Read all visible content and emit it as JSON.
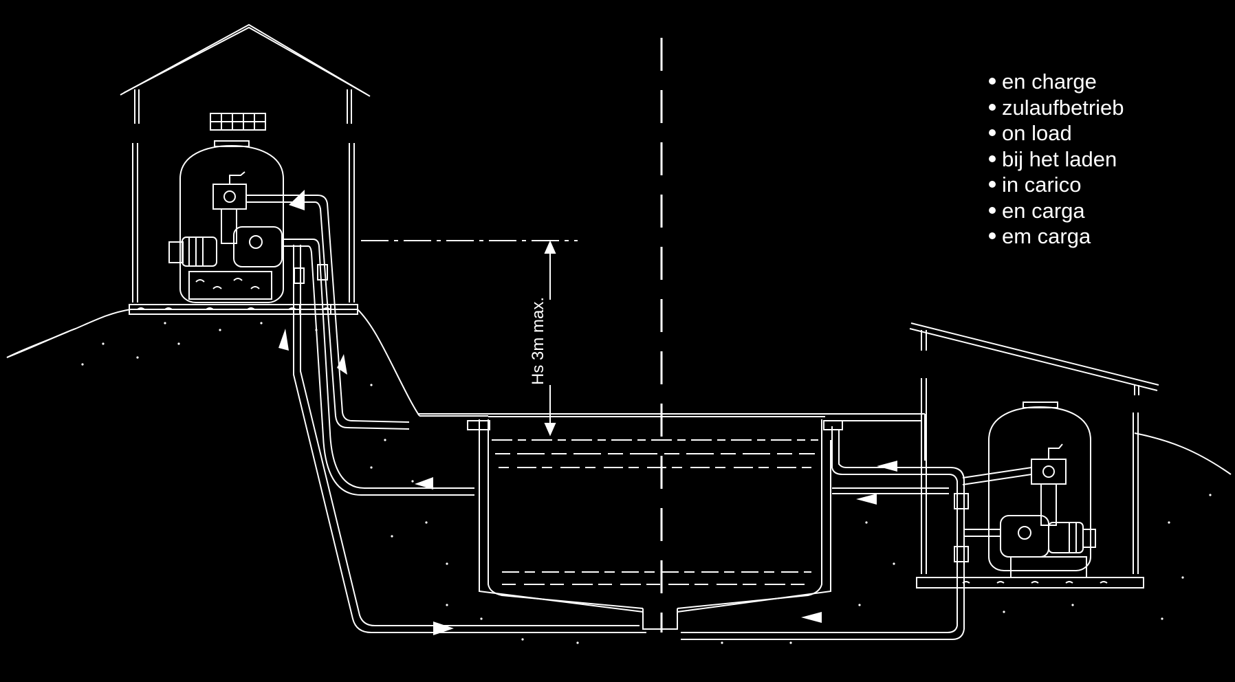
{
  "legend": {
    "items": [
      "en charge",
      "zulaufbetrieb",
      "on load",
      "bij het laden",
      "in carico",
      "en carga",
      "em carga"
    ]
  },
  "dimension": {
    "label": "Hs 3m max."
  },
  "colors": {
    "background": "#000000",
    "line": "#ffffff"
  }
}
